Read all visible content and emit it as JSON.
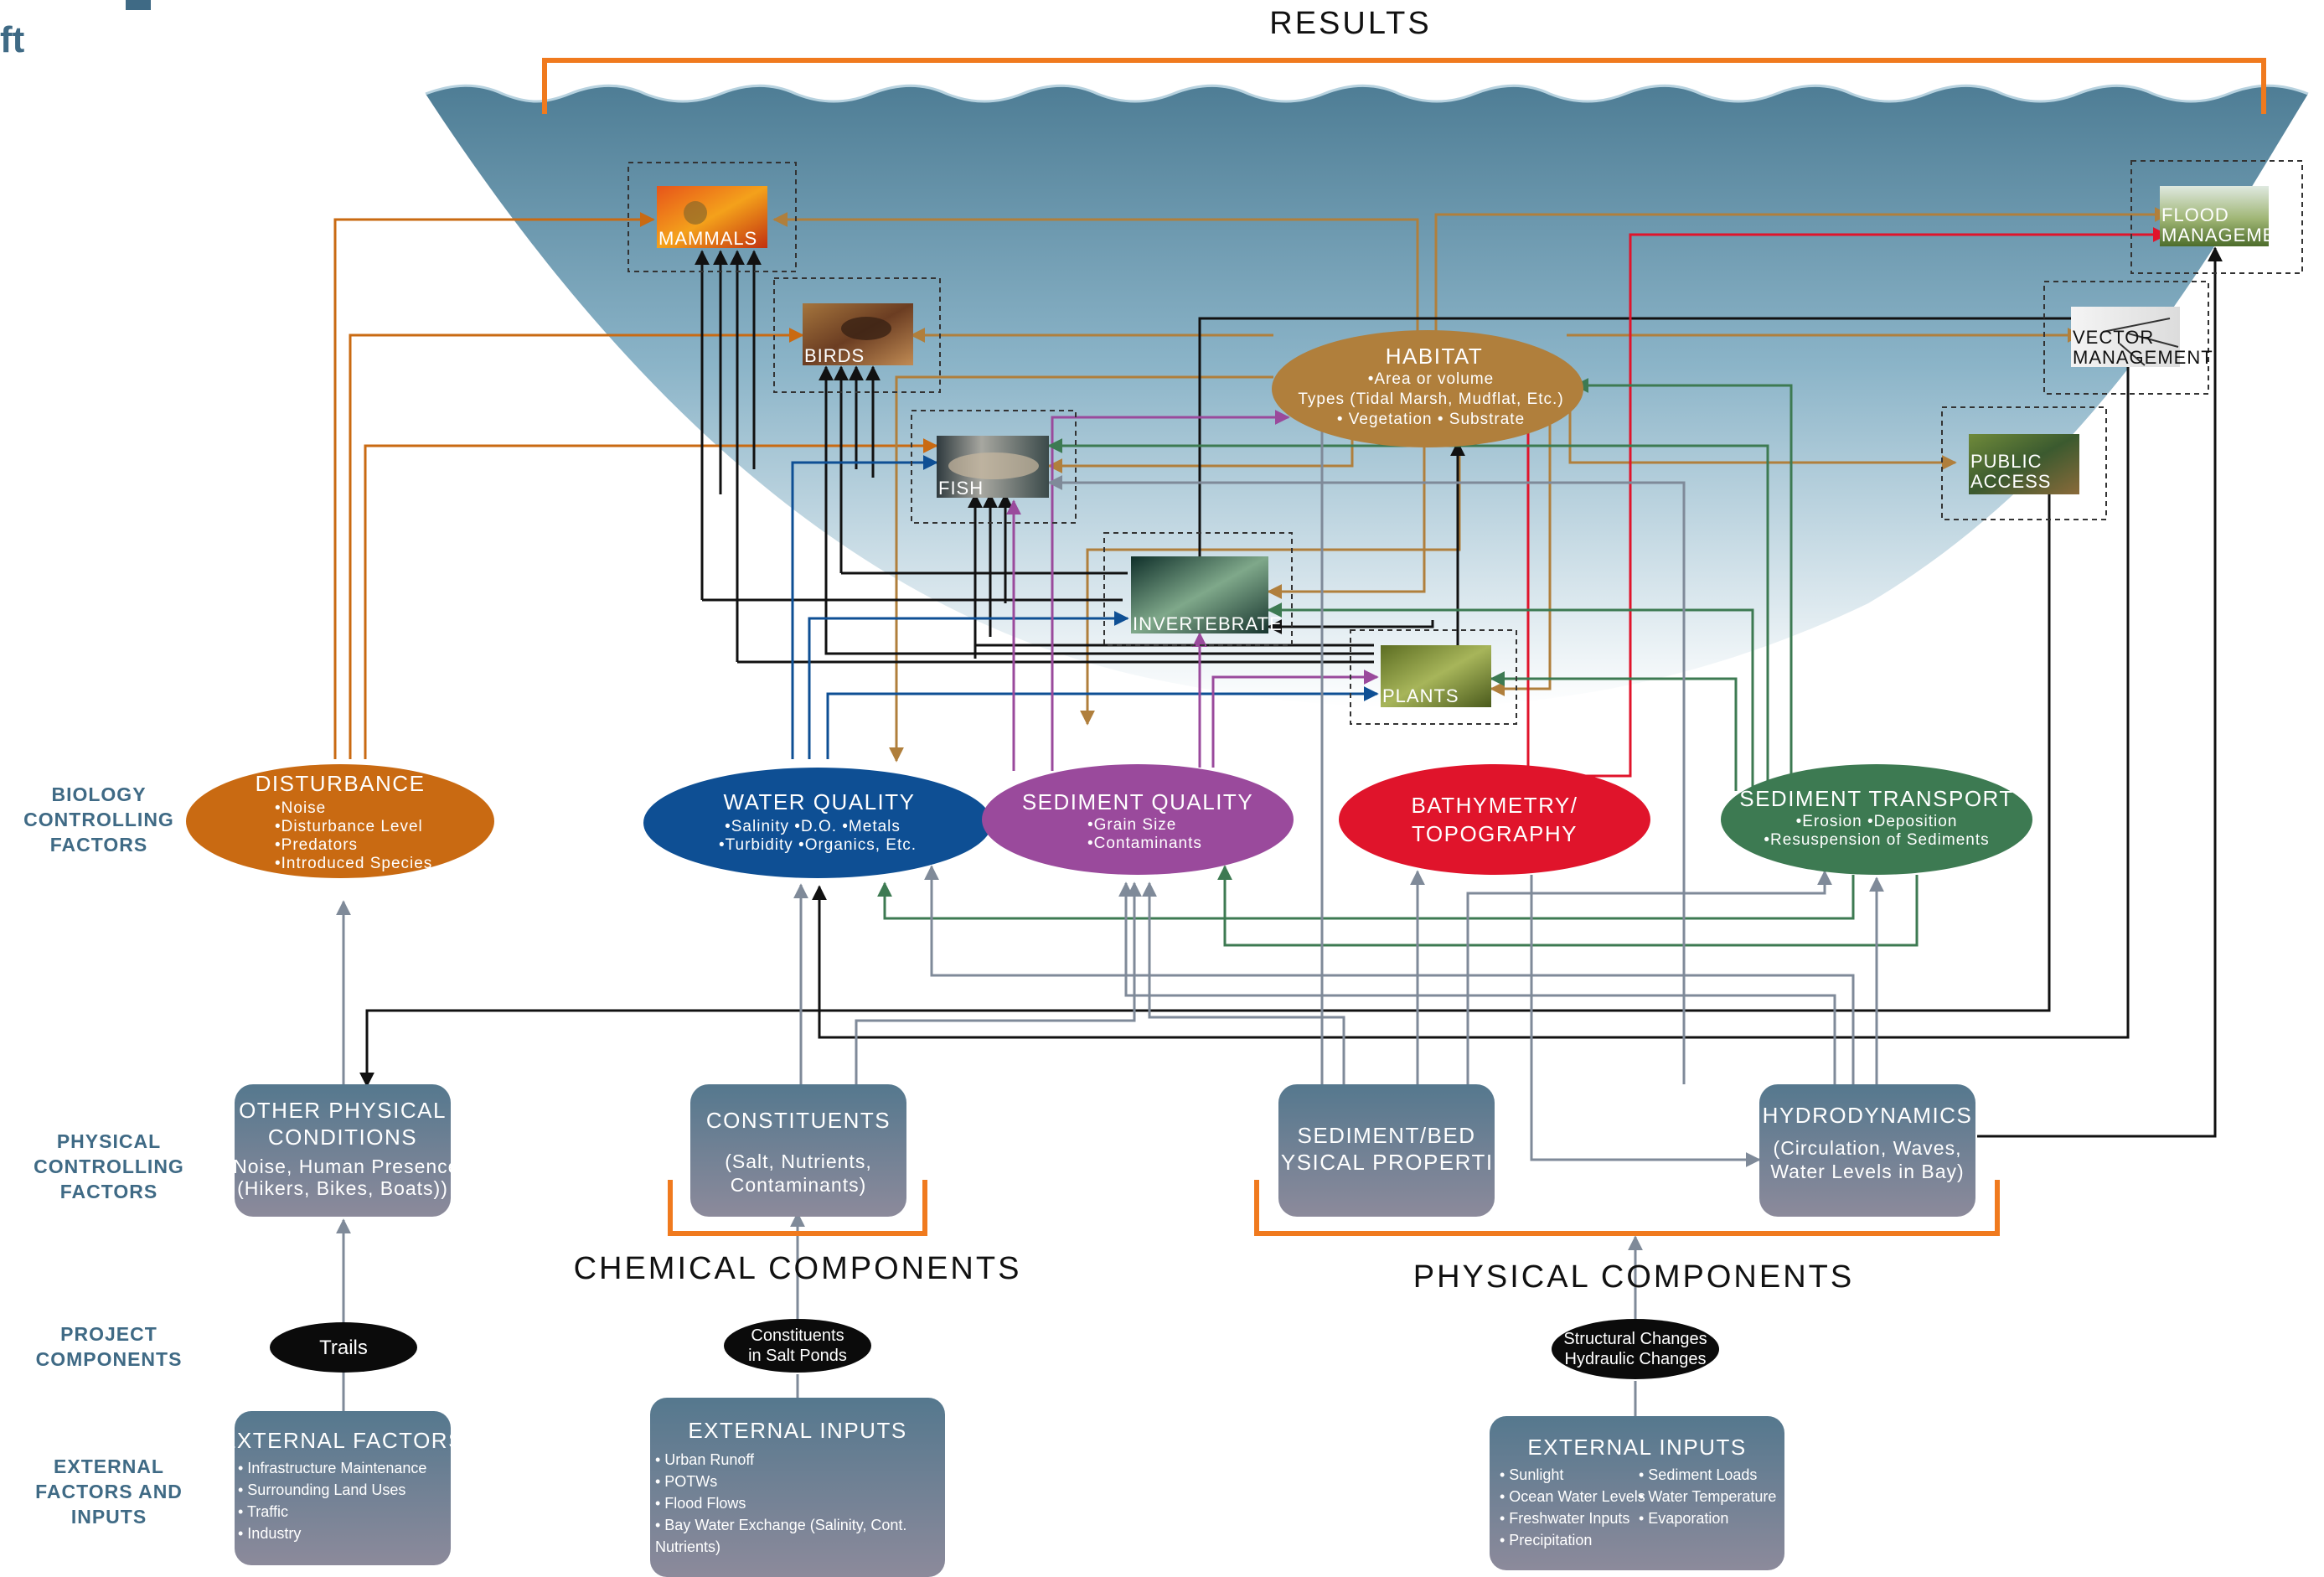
{
  "results_label": "RESULTS",
  "partial_title_glyph": "ft",
  "row_labels": [
    {
      "lines": [
        "BIOLOGY",
        "CONTROLLING",
        "FACTORS"
      ]
    },
    {
      "lines": [
        "PHYSICAL",
        "CONTROLLING",
        "FACTORS"
      ]
    },
    {
      "lines": [
        "PROJECT",
        "COMPONENTS"
      ]
    },
    {
      "lines": [
        "EXTERNAL",
        "FACTORS AND",
        "INPUTS"
      ]
    }
  ],
  "results": {
    "mammals": "MAMMALS",
    "birds": "BIRDS",
    "fish": "FISH",
    "invertebrate": "INVERTEBRATE",
    "plants": "PLANTS",
    "flood_management": [
      "FLOOD",
      "MANAGEMENT"
    ],
    "vector_management": [
      "VECTOR",
      "MANAGEMENT"
    ],
    "public_access": [
      "PUBLIC",
      "ACCESS"
    ]
  },
  "habitat": {
    "title": "HABITAT",
    "items": [
      "•Area or volume",
      "Types (Tidal Marsh, Mudflat, Etc.)",
      "• Vegetation  • Substrate"
    ]
  },
  "controlling_factors": [
    {
      "id": "disturbance",
      "title": "DISTURBANCE",
      "items": [
        "•Noise",
        "•Disturbance Level",
        "•Predators",
        "•Introduced Species"
      ],
      "color": "#c96a12"
    },
    {
      "id": "water-quality",
      "title": "WATER QUALITY",
      "items": [
        "•Salinity  •D.O.  •Metals",
        "•Turbidity  •Organics, Etc."
      ],
      "color": "#0e4f94"
    },
    {
      "id": "sediment-quality",
      "title": "SEDIMENT QUALITY",
      "items": [
        "•Grain Size",
        "•Contaminants"
      ],
      "color": "#9a4a9c"
    },
    {
      "id": "bathymetry",
      "title": "BATHYMETRY/",
      "title2": "TOPOGRAPHY",
      "items": [],
      "color": "#e0142b"
    },
    {
      "id": "sediment-transport",
      "title": "SEDIMENT TRANSPORT",
      "items": [
        "•Erosion  •Deposition",
        "•Resuspension of Sediments"
      ],
      "color": "#3d7a52"
    }
  ],
  "physical_conditions": [
    {
      "id": "other-physical",
      "title": [
        "OTHER PHYSICAL",
        "CONDITIONS"
      ],
      "sub": [
        "(Noise, Human Presence",
        "(Hikers, Bikes, Boats))"
      ]
    },
    {
      "id": "constituents",
      "title": [
        "CONSTITUENTS"
      ],
      "sub": [
        "(Salt, Nutrients,",
        "Contaminants)"
      ]
    },
    {
      "id": "sediment-bed",
      "title": [
        "SEDIMENT/BED",
        "PHYSICAL PROPERTIES"
      ],
      "sub": []
    },
    {
      "id": "hydrodynamics",
      "title": [
        "HYDRODYNAMICS"
      ],
      "sub": [
        "(Circulation, Waves,",
        "Water Levels in Bay)"
      ]
    }
  ],
  "section_labels": {
    "chemical": "CHEMICAL COMPONENTS",
    "physical": "PHYSICAL COMPONENTS"
  },
  "project_components": [
    {
      "id": "trails",
      "lines": [
        "Trails"
      ]
    },
    {
      "id": "constituents-salt-ponds",
      "lines": [
        "Constituents",
        "in Salt Ponds"
      ]
    },
    {
      "id": "structural-hydraulic",
      "lines": [
        "Structural Changes",
        "Hydraulic Changes"
      ]
    }
  ],
  "external": [
    {
      "id": "external-factors",
      "title": "EXTERNAL FACTORS",
      "items": [
        "• Infrastructure Maintenance",
        "• Surrounding Land Uses",
        "• Traffic",
        "• Industry"
      ]
    },
    {
      "id": "external-inputs-chem",
      "title": "EXTERNAL INPUTS",
      "items": [
        "• Urban Runoff",
        "• POTWs",
        "• Flood Flows",
        "• Bay Water Exchange (Salinity, Cont.",
        "  Nutrients)"
      ]
    },
    {
      "id": "external-inputs-phys",
      "title": "EXTERNAL INPUTS",
      "items_left": [
        "• Sunlight",
        "• Ocean Water Levels",
        "• Freshwater Inputs",
        "• Precipitation"
      ],
      "items_right": [
        "• Sediment Loads",
        "• Water Temperature",
        "• Evaporation"
      ]
    }
  ],
  "colors": {
    "orange": "#c96a12",
    "bracket_orange": "#f07a1e",
    "habitat_brown": "#b07f3c",
    "blue": "#0e4f94",
    "purple": "#9a4a9c",
    "red": "#e0142b",
    "green": "#3d7a52",
    "gray_arrow": "#7f8a99",
    "black": "#111111",
    "header_text": "#3f6a85"
  }
}
